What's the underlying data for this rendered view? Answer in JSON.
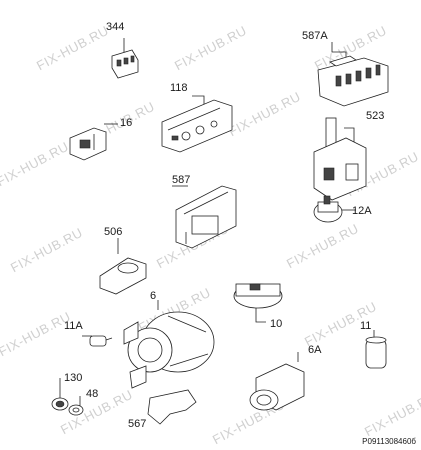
{
  "watermark_text": "FIX-HUB.RU",
  "reference_code": "P0911308460б",
  "parts": [
    {
      "id": "p344",
      "label": "344",
      "icon": "switch-icon"
    },
    {
      "id": "p587A",
      "label": "587A",
      "icon": "module-board-icon"
    },
    {
      "id": "p118",
      "label": "118",
      "icon": "control-board-icon"
    },
    {
      "id": "p16",
      "label": "16",
      "icon": "door-lock-icon"
    },
    {
      "id": "p523",
      "label": "523",
      "icon": "dispenser-icon"
    },
    {
      "id": "p587",
      "label": "587",
      "icon": "board-bracket-icon"
    },
    {
      "id": "p12A",
      "label": "12A",
      "icon": "pressure-switch-icon"
    },
    {
      "id": "p506",
      "label": "506",
      "icon": "flow-meter-icon"
    },
    {
      "id": "p6",
      "label": "6",
      "icon": "circulation-pump-icon"
    },
    {
      "id": "p10",
      "label": "10",
      "icon": "drain-motor-icon"
    },
    {
      "id": "p11A",
      "label": "11A",
      "icon": "capacitor-small-icon"
    },
    {
      "id": "p11",
      "label": "11",
      "icon": "capacitor-icon"
    },
    {
      "id": "p6A",
      "label": "6A",
      "icon": "drain-pump-icon"
    },
    {
      "id": "p130",
      "label": "130",
      "icon": "sensor-icon"
    },
    {
      "id": "p48",
      "label": "48",
      "icon": "gasket-icon"
    },
    {
      "id": "p567",
      "label": "567",
      "icon": "clip-bracket-icon"
    }
  ]
}
